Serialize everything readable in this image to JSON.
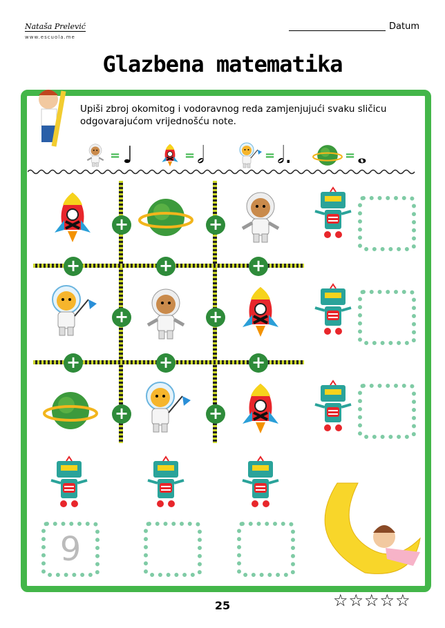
{
  "header": {
    "author": "Nataša Prelević",
    "site": "www.escuola.me",
    "date_label": "Datum"
  },
  "title": "Glazbena matematika",
  "instruction": "Upiši zbroj okomitog i vodoravnog reda zamjenjujući svaku sličicu odgovarajućom vrijednošću note.",
  "legend": [
    {
      "icon": "bear-astronaut",
      "equals": "=",
      "note": "♩",
      "note_name": "quarter-note"
    },
    {
      "icon": "rocket",
      "equals": "=",
      "note": "𝅗𝅥",
      "note_name": "half-note"
    },
    {
      "icon": "tiger-astronaut",
      "equals": "=",
      "note": "𝅗𝅥.",
      "note_name": "dotted-half-note"
    },
    {
      "icon": "planet",
      "equals": "=",
      "note": "𝅝",
      "note_name": "whole-note"
    }
  ],
  "grid": [
    [
      "rocket",
      "planet",
      "bear-astronaut"
    ],
    [
      "tiger-astronaut",
      "bear-astronaut",
      "rocket"
    ],
    [
      "planet",
      "tiger-astronaut",
      "rocket"
    ]
  ],
  "plus_sign": "+",
  "row_answers": [
    "",
    "",
    ""
  ],
  "column_answers": [
    "9",
    "",
    ""
  ],
  "page_number": "25",
  "rating": "☆☆☆☆☆",
  "colors": {
    "frame": "#43b649",
    "plus": "#2e8b3a",
    "box": "#7fcba5"
  }
}
